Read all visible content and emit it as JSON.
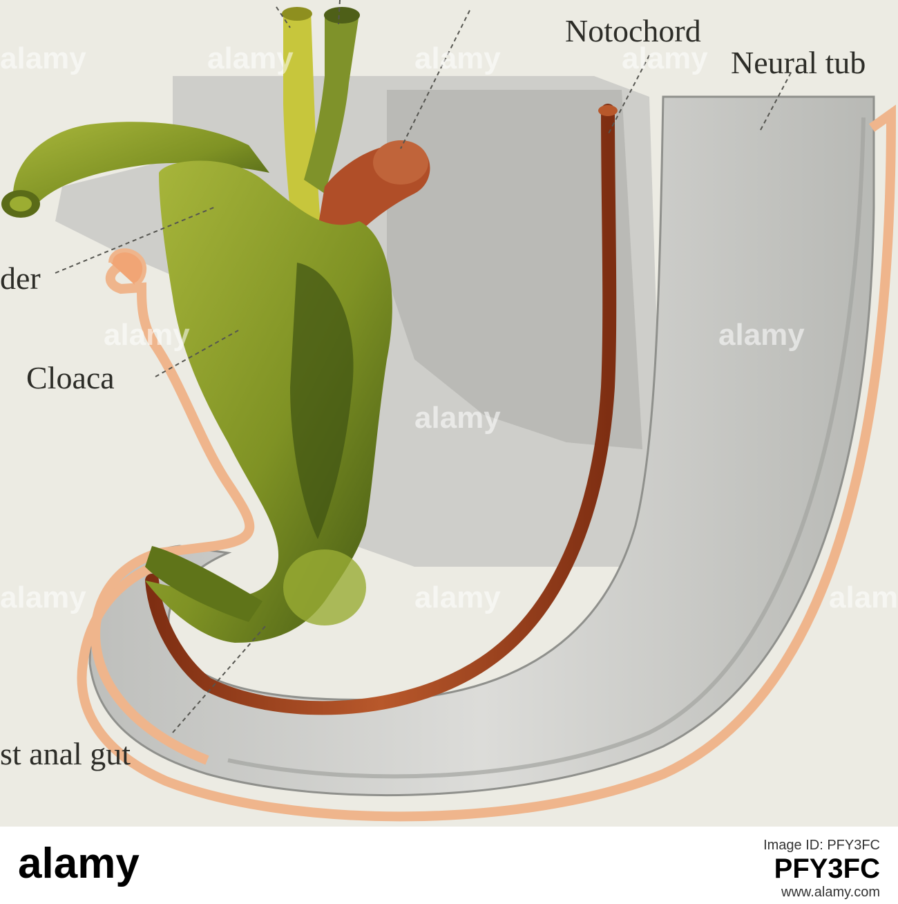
{
  "labels": {
    "notochord": "Notochord",
    "neural_tube": "Neural tub",
    "bladder": "der",
    "cloaca": "Cloaca",
    "post_anal_gut": "st anal gut"
  },
  "watermark": {
    "text": "alamy"
  },
  "footer": {
    "logo": "alamy",
    "caption": "Image ID: PFY3FC",
    "image_id": "PFY3FC",
    "url": "www.alamy.com"
  },
  "colors": {
    "background": "#ecebe3",
    "gut_green": "#8a9c2a",
    "notochord_red": "#a0441f",
    "ectoderm_peach": "#efb58c",
    "neural_gray": "#cfd0cd",
    "footer": "#ffffff"
  }
}
